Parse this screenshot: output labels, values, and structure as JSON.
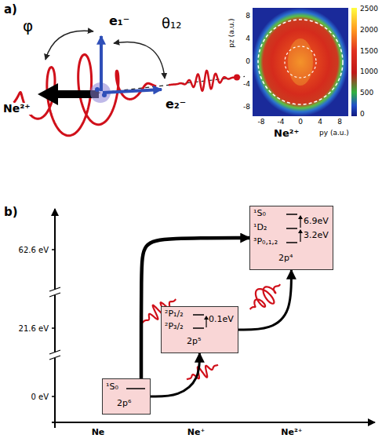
{
  "diagram": {
    "nodes": [
      {
        "text": [
          "¹S₀",
          "2p⁶"
        ]
      },
      {
        "text": [
          "²P₁/₂",
          "²P₃/₂",
          "0.1eV",
          "2p⁵"
        ]
      },
      {
        "text": [
          "¹S₀",
          "¹D₂",
          "³P₀,₁,₂",
          "6.9eV",
          "3.2eV",
          "2p⁴"
        ]
      }
    ],
    "edges": [
      {
        "from": 0,
        "to": 2,
        "arrow": "to"
      },
      {
        "from": 0,
        "to": 1,
        "arrow": "to"
      },
      {
        "from": 1,
        "to": 2,
        "arrow": "to"
      }
    ],
    "labels": [
      "a)",
      "φ",
      "e₁⁻",
      "θ₁₂",
      "Ne²⁺",
      "e₂⁻",
      "8",
      "4",
      "0",
      "-4",
      "-8",
      "pz (a.u.)",
      "-8",
      "-4",
      "0",
      "4",
      "8",
      "py (a.u.)",
      "2500",
      "2000",
      "1500",
      "1000",
      "500",
      "0",
      "Ne²⁺",
      "b)",
      "62.6 eV",
      "21.6 eV",
      "0 eV",
      "Ne",
      "Ne⁺",
      "Ne²⁺"
    ]
  }
}
